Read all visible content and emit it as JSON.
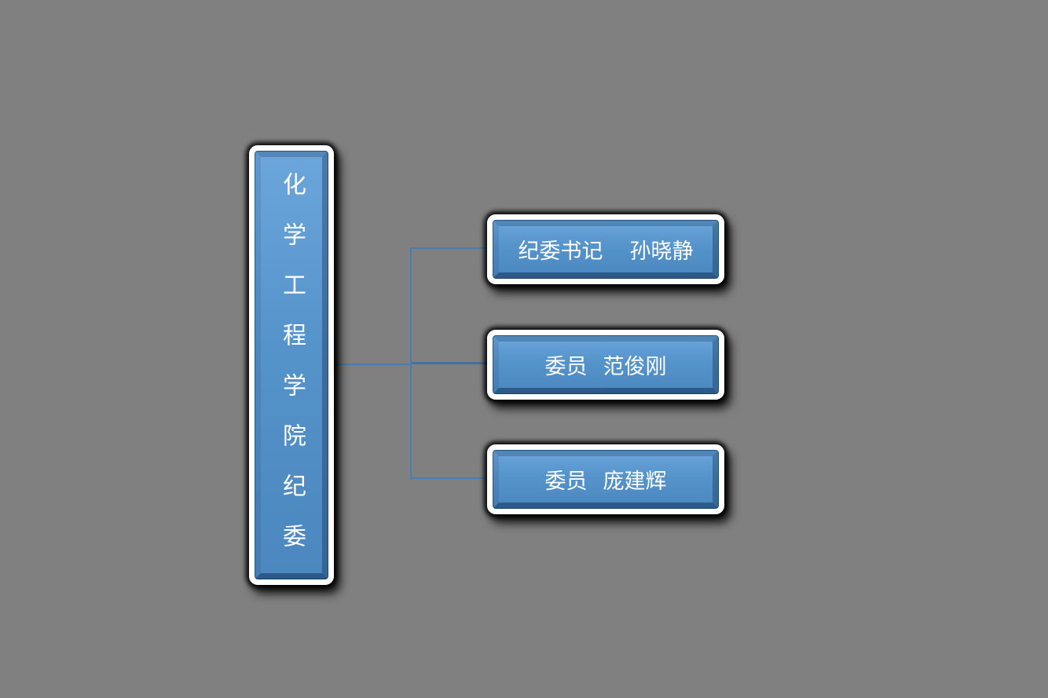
{
  "colors": {
    "canvas_bg": "#808080",
    "node_fill": "#5593CB",
    "node_fill_light": "#6CA6DB",
    "node_fill_dark": "#4C87BF",
    "node_border": "#FFFFFF",
    "node_edge": "#2E5E8E",
    "connector": "#4A7CB0",
    "connector_dark": "#41719F",
    "text": "#FFFFFF"
  },
  "root": {
    "title": "化学工程学院纪委"
  },
  "members": [
    {
      "role": "纪委书记",
      "name": "孙晓静"
    },
    {
      "role": "委员",
      "name": "范俊刚"
    },
    {
      "role": "委员",
      "name": "庞建辉"
    }
  ]
}
